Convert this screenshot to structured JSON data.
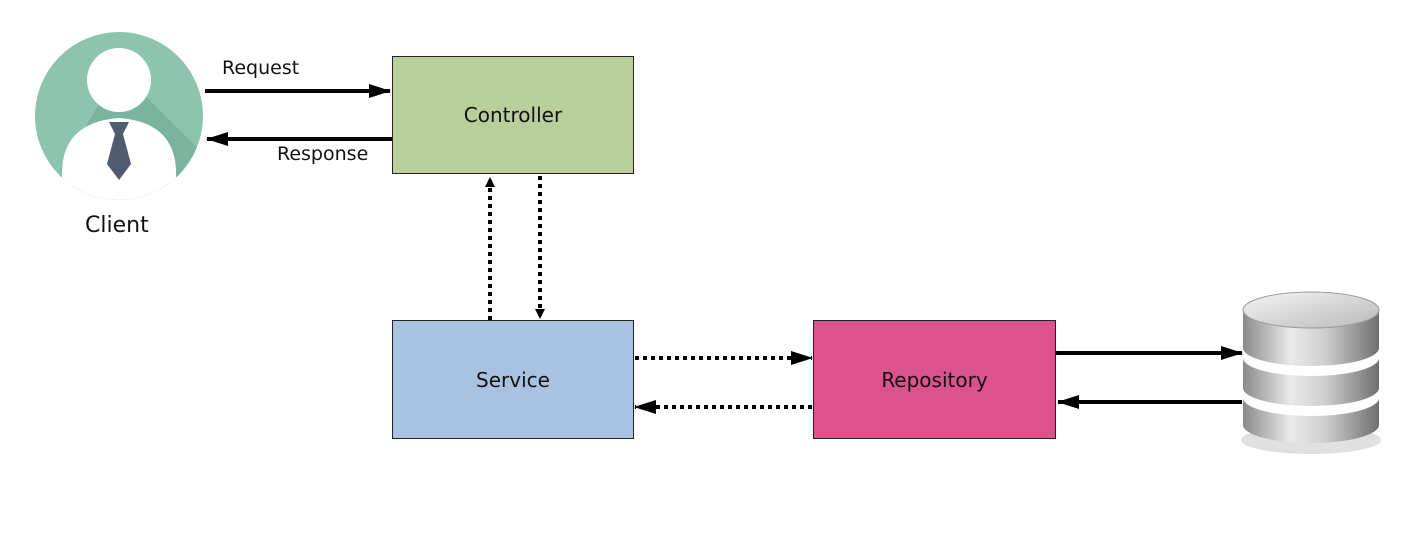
{
  "client": {
    "label": "Client"
  },
  "arrows": {
    "request": "Request",
    "response": "Response"
  },
  "boxes": {
    "controller": "Controller",
    "service": "Service",
    "repository": "Repository"
  },
  "colors": {
    "controller": "#b8cf9b",
    "service": "#a9c2e2",
    "repository": "#db538d",
    "avatar_bg": "#8cc4ae",
    "avatar_shadow": "#6ea892",
    "tie": "#4f5b6e"
  }
}
